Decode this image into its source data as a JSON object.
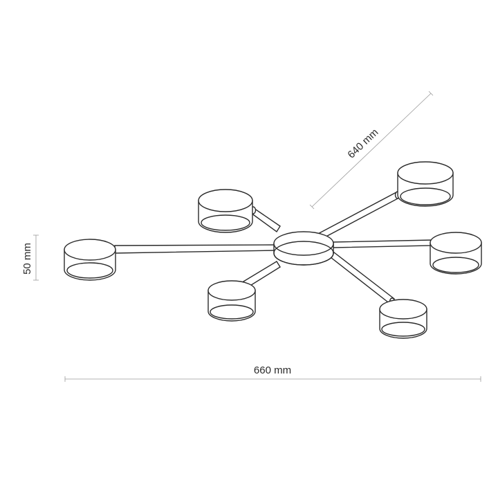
{
  "dimensions": {
    "width_label": "660 mm",
    "depth_label": "640 mm",
    "height_label": "50 mm"
  },
  "colors": {
    "line": "#2a2a2a",
    "dimension": "#9a9a9a",
    "background": "#ffffff"
  }
}
